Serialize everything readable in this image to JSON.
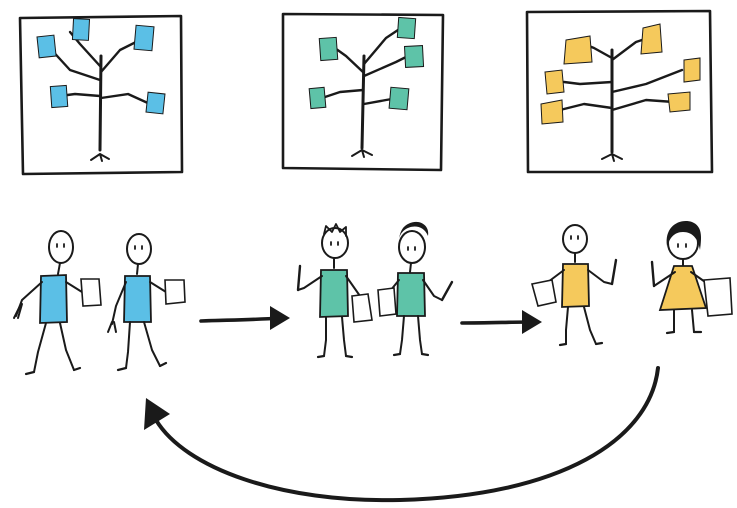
{
  "colors": {
    "ink": "#1a1a1a",
    "panel_border": "#2a2a2a",
    "blue": "#5bbfe6",
    "green": "#5ec3a8",
    "yellow": "#f5c95c",
    "paper": "#ffffff"
  },
  "diagram": {
    "stages": [
      {
        "name": "stage-1",
        "color_key": "blue",
        "tree_leaves": 5,
        "people": 2
      },
      {
        "name": "stage-2",
        "color_key": "green",
        "tree_leaves": 5,
        "people": 2
      },
      {
        "name": "stage-3",
        "color_key": "yellow",
        "tree_leaves": 6,
        "people": 2
      }
    ],
    "flow": [
      {
        "from": "stage-1",
        "to": "stage-2",
        "icon": "arrow-right-icon"
      },
      {
        "from": "stage-2",
        "to": "stage-3",
        "icon": "arrow-right-icon"
      },
      {
        "from": "stage-3",
        "to": "stage-1",
        "icon": "curved-return-arrow-icon"
      }
    ]
  }
}
